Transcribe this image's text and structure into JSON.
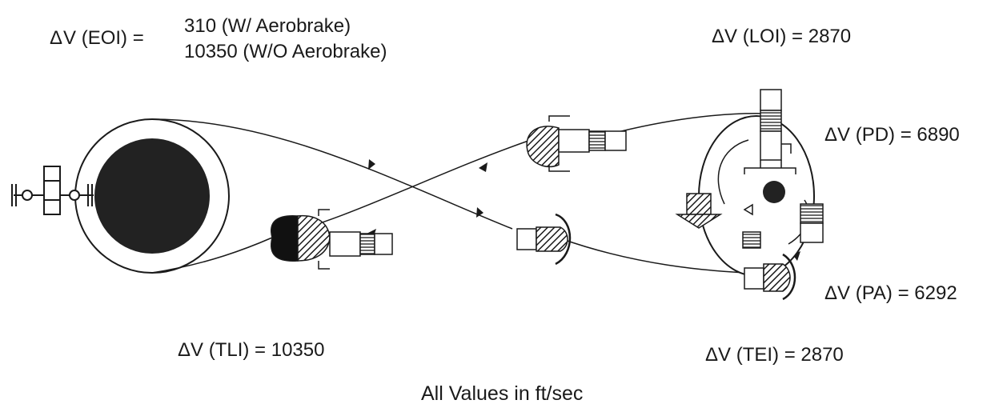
{
  "labels": {
    "delta": "Δ",
    "eoi": {
      "prefix": "V (EOI) =",
      "line1": "310 (W/ Aerobrake)",
      "line2": "10350 (W/O Aerobrake)"
    },
    "loi": {
      "prefix": "V (LOI) = ",
      "value": "2870"
    },
    "pd": {
      "prefix": "V (PD) = ",
      "value": "6890"
    },
    "pa": {
      "prefix": "V (PA) = ",
      "value": "6292"
    },
    "tli": {
      "prefix": "V (TLI) = ",
      "value": "10350"
    },
    "tei": {
      "prefix": "V (TEI) = ",
      "value": "2870"
    },
    "footer": "All Values in ft/sec"
  },
  "colors": {
    "ink": "#1a1a1a",
    "background": "#ffffff"
  }
}
